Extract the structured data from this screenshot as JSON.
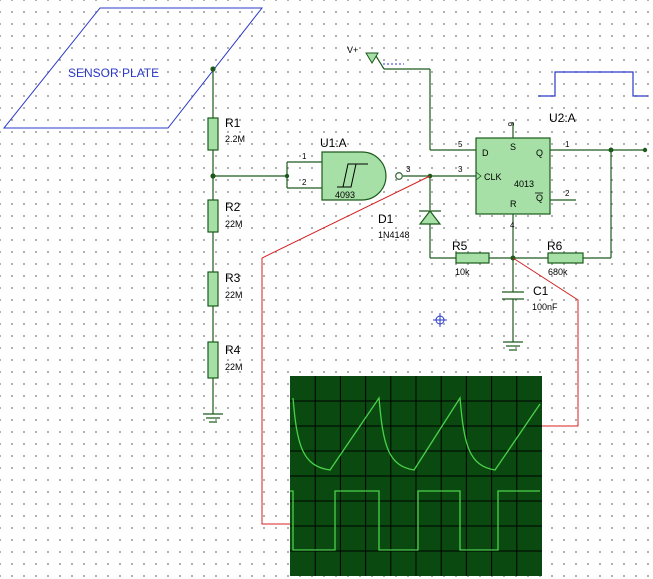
{
  "sensor_plate": {
    "label": "SENSOR PLATE"
  },
  "supply": {
    "label": "V+"
  },
  "resistors": [
    {
      "ref": "R1",
      "value": "2.2M"
    },
    {
      "ref": "R2",
      "value": "22M"
    },
    {
      "ref": "R3",
      "value": "22M"
    },
    {
      "ref": "R4",
      "value": "22M"
    },
    {
      "ref": "R5",
      "value": "10k"
    },
    {
      "ref": "R6",
      "value": "680k"
    }
  ],
  "gate": {
    "ref": "U1:A",
    "part": "4093",
    "pins": [
      "1",
      "2",
      "3"
    ]
  },
  "flipflop": {
    "ref": "U2:A",
    "part": "4013",
    "pin_labels": {
      "d": "D",
      "s": "S",
      "clk": "CLK",
      "q": "Q",
      "r": "R",
      "qbar": "Q"
    },
    "pins": {
      "d": "5",
      "s": "6",
      "clk": "3",
      "q": "1",
      "r": "4",
      "qbar": "2"
    }
  },
  "diode": {
    "ref": "D1",
    "part": "1N4148"
  },
  "capacitor": {
    "ref": "C1",
    "value": "100nF"
  },
  "colors": {
    "wire": "#1c5a1c",
    "component_fill": "#a6e0a6",
    "probe": "#d42020",
    "scope_bg": "#0a4a10",
    "trace": "#4bd04b",
    "plate_text": "#2a38c8"
  },
  "icons": [
    "ground-icon",
    "supply-arrow-icon",
    "schmitt-trigger-icon",
    "crosshair-icon",
    "output-pulse-icon"
  ]
}
